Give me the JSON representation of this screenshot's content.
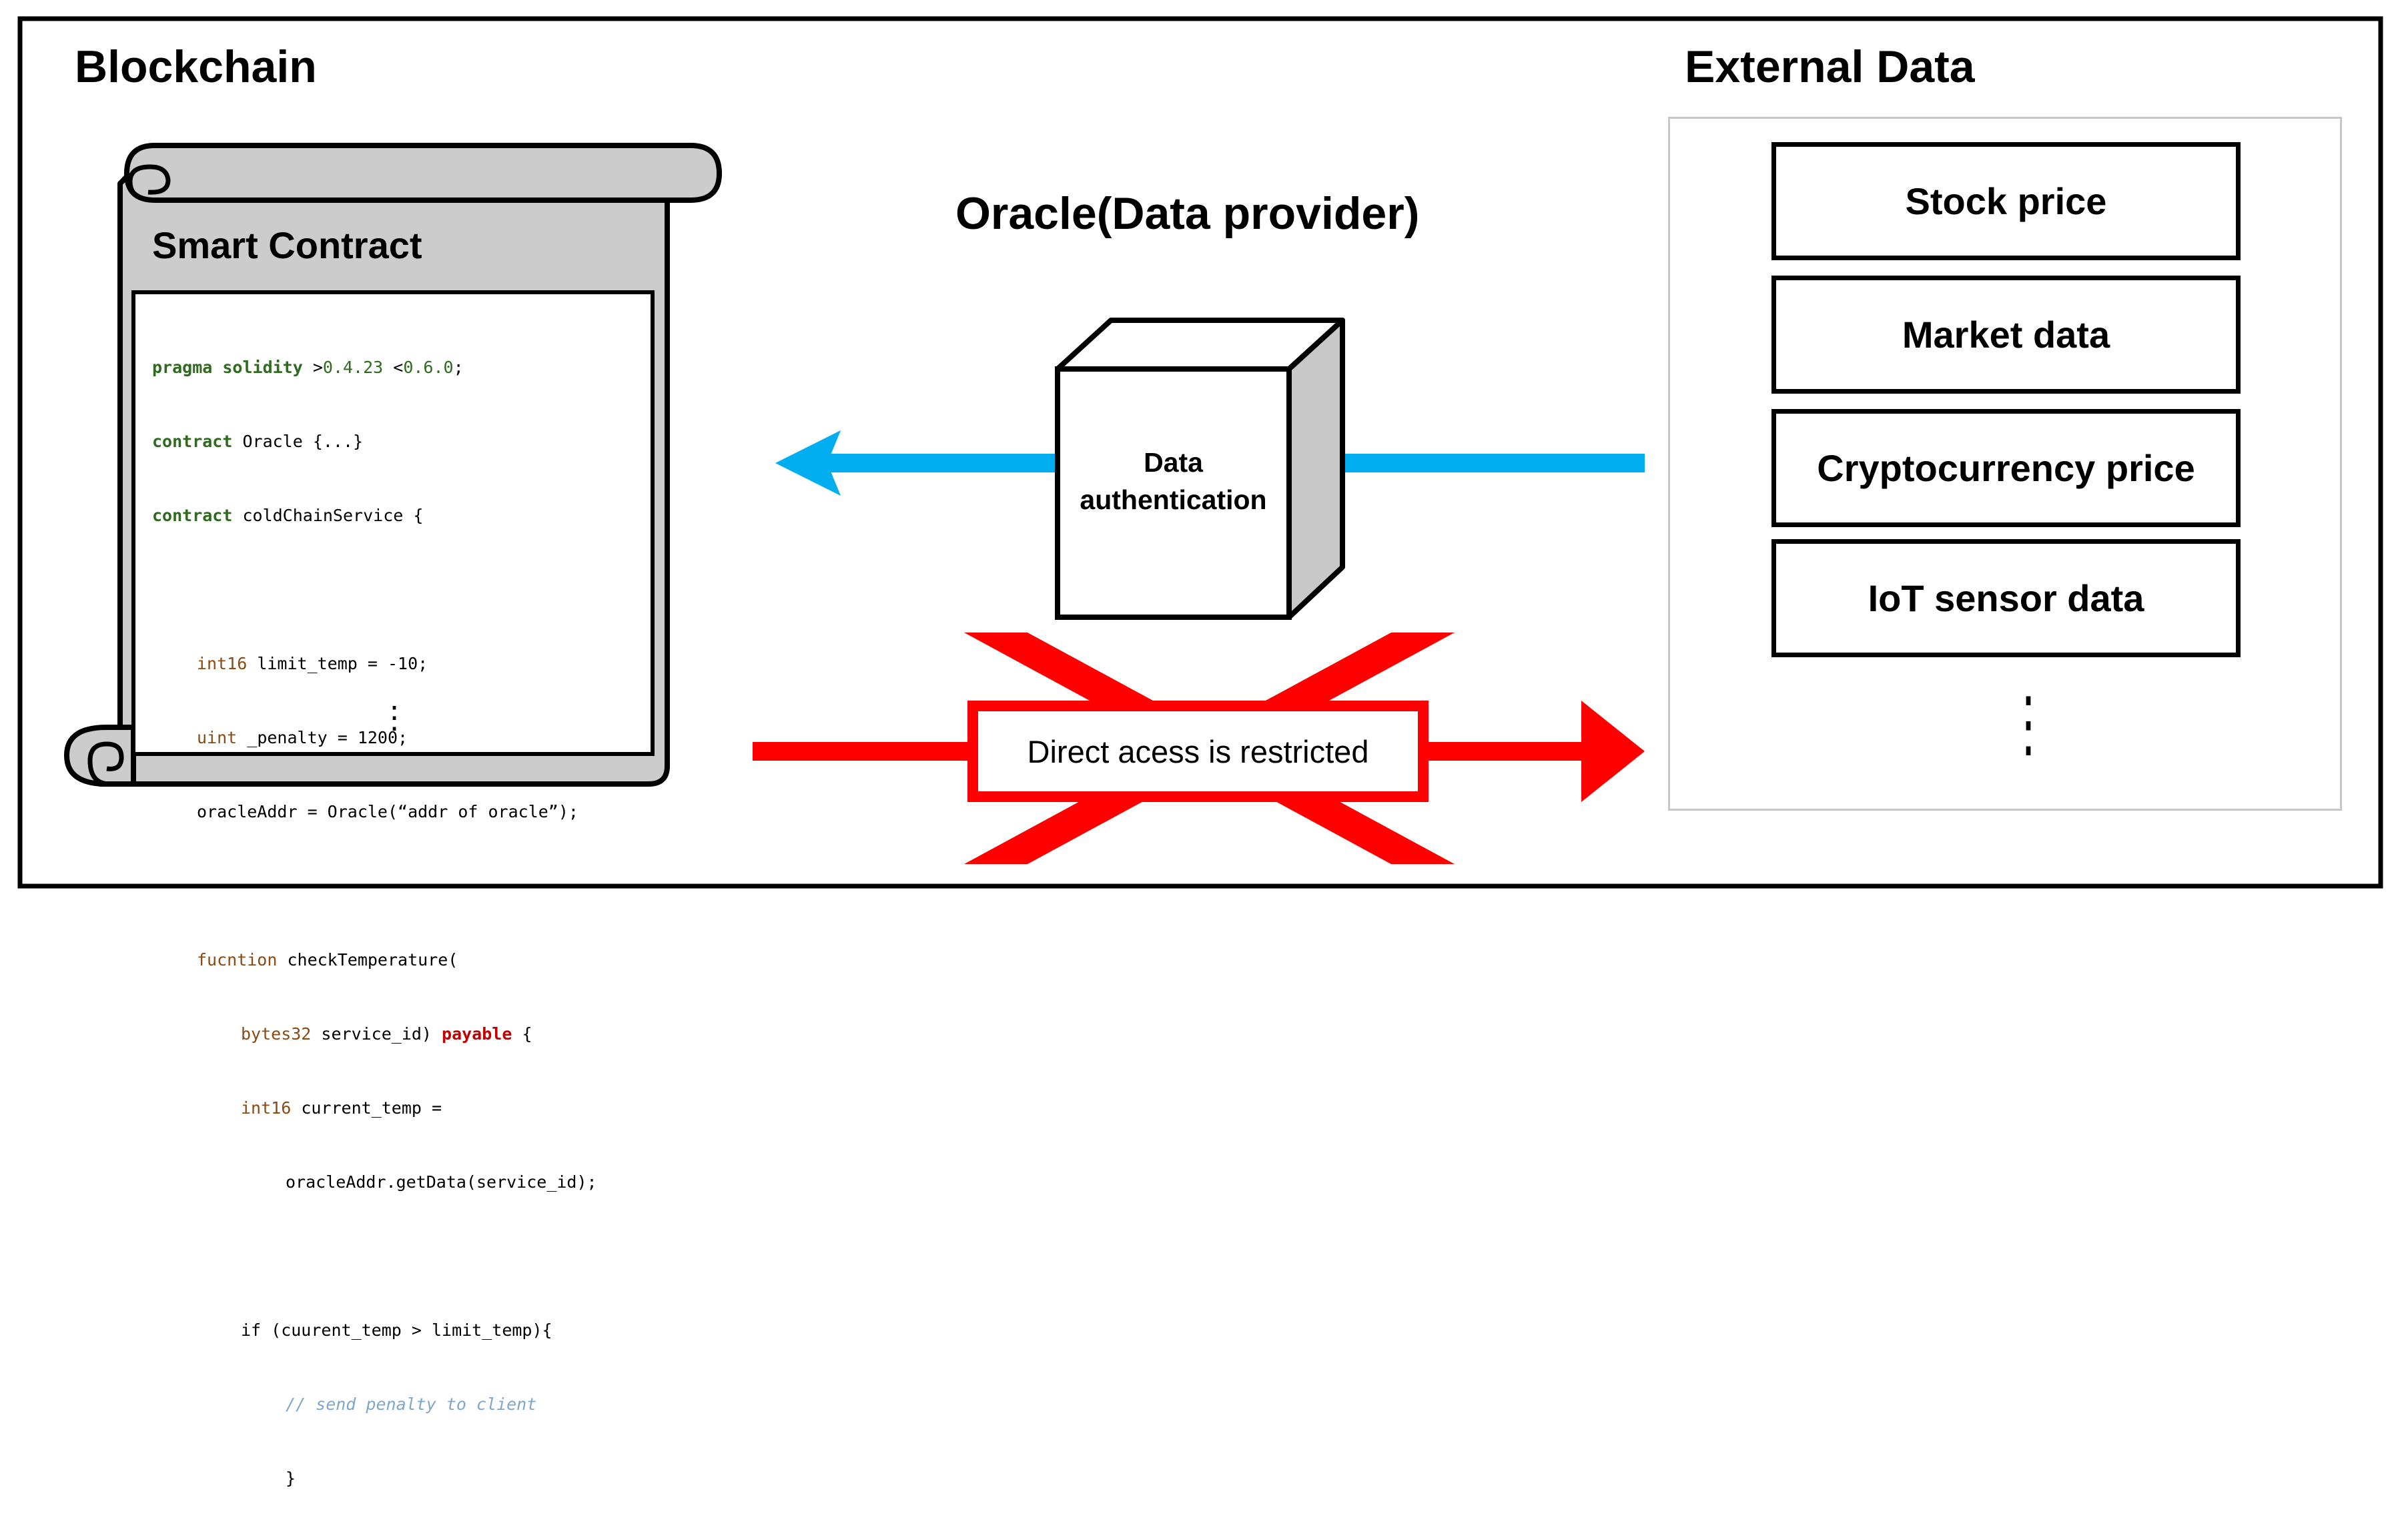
{
  "blockchain": {
    "title": "Blockchain",
    "contract_title": "Smart Contract",
    "code": {
      "l1_kw": "pragma solidity",
      "l1_op1": " >",
      "l1_v1": "0.4.23",
      "l1_op2": " <",
      "l1_v2": "0.6.0",
      "l1_end": ";",
      "l2_kw": "contract",
      "l2_rest": " Oracle {...}",
      "l3_kw": "contract",
      "l3_rest": " coldChainService {",
      "l5_type": "int16",
      "l5_rest": " limit_temp = -10;",
      "l6_type": "uint",
      "l6_rest": " _penalty = 1200;",
      "l7": "oracleAddr = Oracle(“addr of oracle”);",
      "l9_kw": "fucntion",
      "l9_rest": " checkTemperature(",
      "l10_type": "bytes32",
      "l10_mid": " service_id) ",
      "l10_pay": "payable",
      "l10_end": " {",
      "l11_type": "int16",
      "l11_rest": " current_temp =",
      "l12": "oracleAddr.getData(service_id);",
      "l14": "if (cuurent_temp > limit_temp){",
      "l15": "// send penalty to client",
      "l16": "}",
      "ellipsis": "⋮"
    }
  },
  "oracle": {
    "title": "Oracle(Data provider)",
    "cube_line1": "Data",
    "cube_line2": "authentication"
  },
  "restriction": {
    "label": "Direct acess is restricted"
  },
  "external": {
    "title": "External Data",
    "items": [
      "Stock price",
      "Market data",
      "Cryptocurrency price",
      "IoT sensor data"
    ],
    "ellipsis": "⋮"
  },
  "colors": {
    "arrow_blue": "#00aeef",
    "restrict_red": "#ff0000",
    "scroll_gray": "#cccccc",
    "cube_side_gray": "#c8c8c8"
  }
}
